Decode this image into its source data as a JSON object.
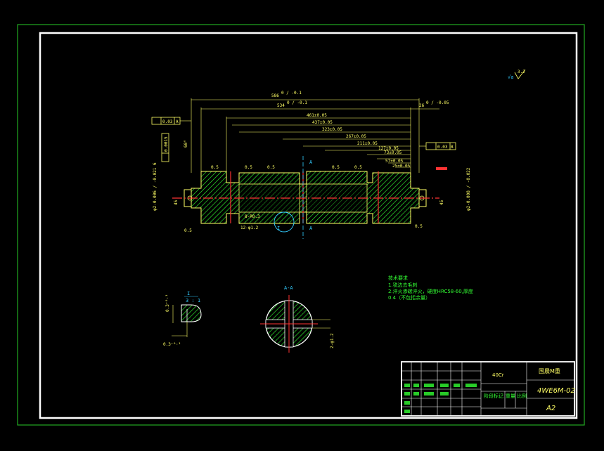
{
  "dimensions": {
    "d586": "586",
    "d586_tol": "0 / -0.1",
    "d534": "534",
    "d534_tol": "0 / -0.1",
    "d26": "26",
    "d26_tol": "0 / -0.05",
    "d461": "461±0.05",
    "d437": "437±0.05",
    "d323": "323±0.05",
    "d267": "267±0.05",
    "d211": "211±0.05",
    "d127": "127±0.05",
    "d73": "73±0.05",
    "d57": "57±0.05",
    "d25": "25±0.05",
    "left_dia": "φ2-0.006 / -0.021 6",
    "right_dia": "φ2-0.008 / -0.022",
    "r_small": "8-R0.3",
    "dia12": "12-φ1.2",
    "e05_left": "0.5",
    "e05_right": "0.5",
    "e45": "45",
    "angle60": "60°"
  },
  "tolerance_frames": {
    "left": {
      "value": "0.03",
      "datum": "A"
    },
    "right": {
      "value": "0.03",
      "datum": "B"
    },
    "vertical": {
      "value": "0.0015"
    }
  },
  "section_labels": {
    "section_a": "A",
    "section_title": "A-A",
    "detail_title": "I",
    "detail_scale": "3 : 1",
    "detail_mark": "I"
  },
  "roughness": {
    "corner_symbol": "3.2"
  },
  "technical_requirements": {
    "title": "技术要求",
    "line1": "1.锐边去毛刺",
    "line2": "2.淬火渗碳淬火，硬度HRC58-60,厚度",
    "line3": "0.4（不包括余量）"
  },
  "title_block": {
    "material": "40Cr",
    "company": "国晨M重",
    "drawing_no": "4WE6M-02",
    "sheet_size": "A2",
    "stage_label": "阶段标记",
    "weight_label": "重量",
    "scale_label": "比例"
  },
  "colors": {
    "outer_frame": "#22aa22",
    "inner_frame": "#ffffff",
    "outline": "#ffff66",
    "hatch": "#33ff33",
    "centerline": "#ff3333",
    "annotation": "#33ccff"
  }
}
